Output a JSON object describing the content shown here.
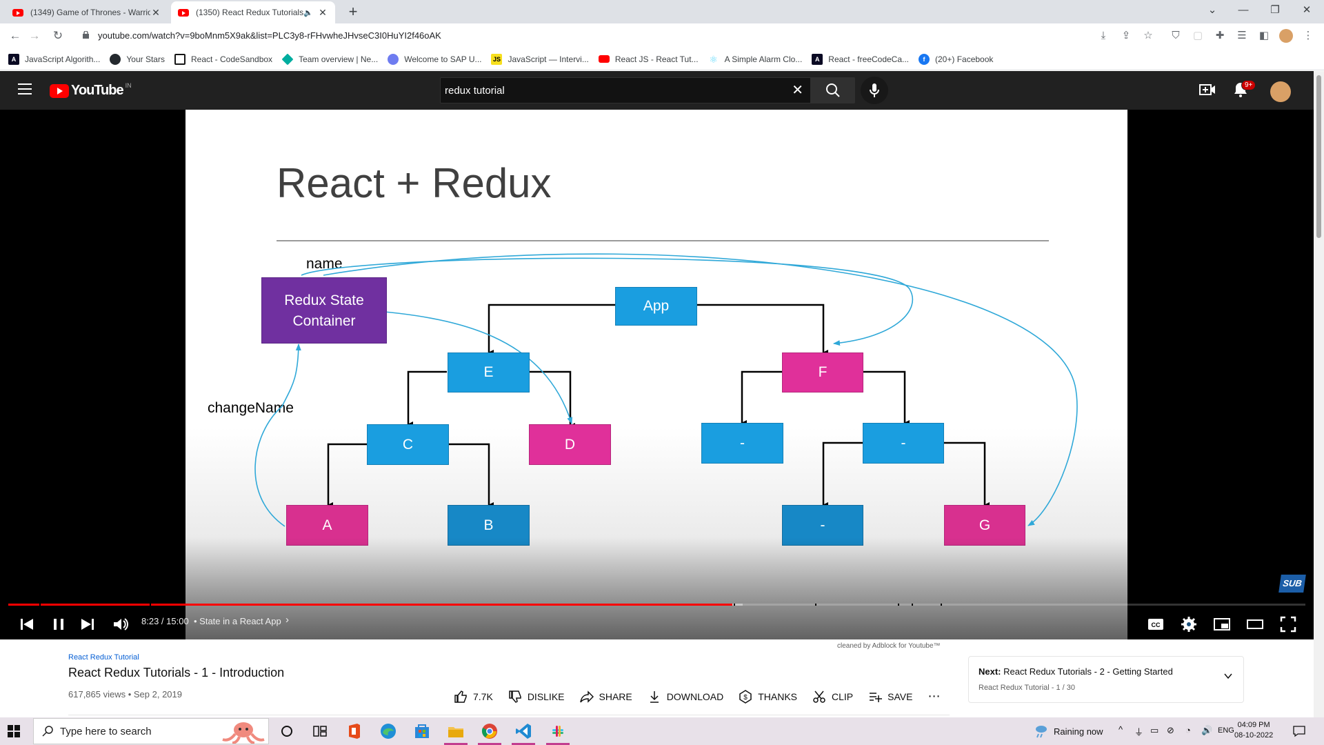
{
  "browser": {
    "tabs": [
      {
        "title": "(1349) Game of Thrones - Warrio",
        "active": false
      },
      {
        "title": "(1350) React Redux Tutorials",
        "active": true
      }
    ],
    "url": "youtube.com/watch?v=9boMnm5X9ak&list=PLC3y8-rFHvwheJHvseC3I0HuYI2f46oAK",
    "bookmarks": [
      "JavaScript Algorith...",
      "Your Stars",
      "React - CodeSandbox",
      "Team overview | Ne...",
      "Welcome to SAP U...",
      "JavaScript — Intervi...",
      "React JS - React Tut...",
      "A Simple Alarm Clo...",
      "React - freeCodeCa...",
      "(20+) Facebook"
    ]
  },
  "youtube": {
    "logo_text": "YouTube",
    "region": "IN",
    "search_value": "redux tutorial",
    "notification_count": "9+"
  },
  "slide": {
    "title": "React + Redux",
    "label_name": "name",
    "label_change": "changeName",
    "store_line1": "Redux State",
    "store_line2": "Container",
    "nodes": {
      "app": "App",
      "e": "E",
      "f": "F",
      "c": "C",
      "d": "D",
      "f_left": "-",
      "f_right": "-",
      "a": "A",
      "b": "B",
      "fr_left": "-",
      "g": "G"
    }
  },
  "player": {
    "time": "8:23 / 15:00",
    "chapter": "• State in a React App",
    "progress_played": 0.558,
    "progress_loaded": 0.566,
    "sub_badge": "SUB"
  },
  "video": {
    "adblock_note": "cleaned by Adblock for Youtube™",
    "playlist": "React Redux Tutorial",
    "title": "React Redux Tutorials - 1 - Introduction",
    "meta": "617,865 views • Sep 2, 2019",
    "actions": {
      "likes": "7.7K",
      "dislike": "DISLIKE",
      "share": "SHARE",
      "download": "DOWNLOAD",
      "thanks": "THANKS",
      "clip": "CLIP",
      "save": "SAVE"
    },
    "next_label": "Next:",
    "next_title": "React Redux Tutorials - 2 - Getting Started",
    "next_sub": "React Redux Tutorial - 1 / 30"
  },
  "taskbar": {
    "search_placeholder": "Type here to search",
    "weather": "Raining now",
    "lang": "ENG",
    "time": "04:09 PM",
    "date": "08-10-2022"
  },
  "colors": {
    "blue_node": "#1a9ee0",
    "pink_node": "#e0309a",
    "purple_node": "#7030a0",
    "youtube_red": "#ff0000"
  }
}
